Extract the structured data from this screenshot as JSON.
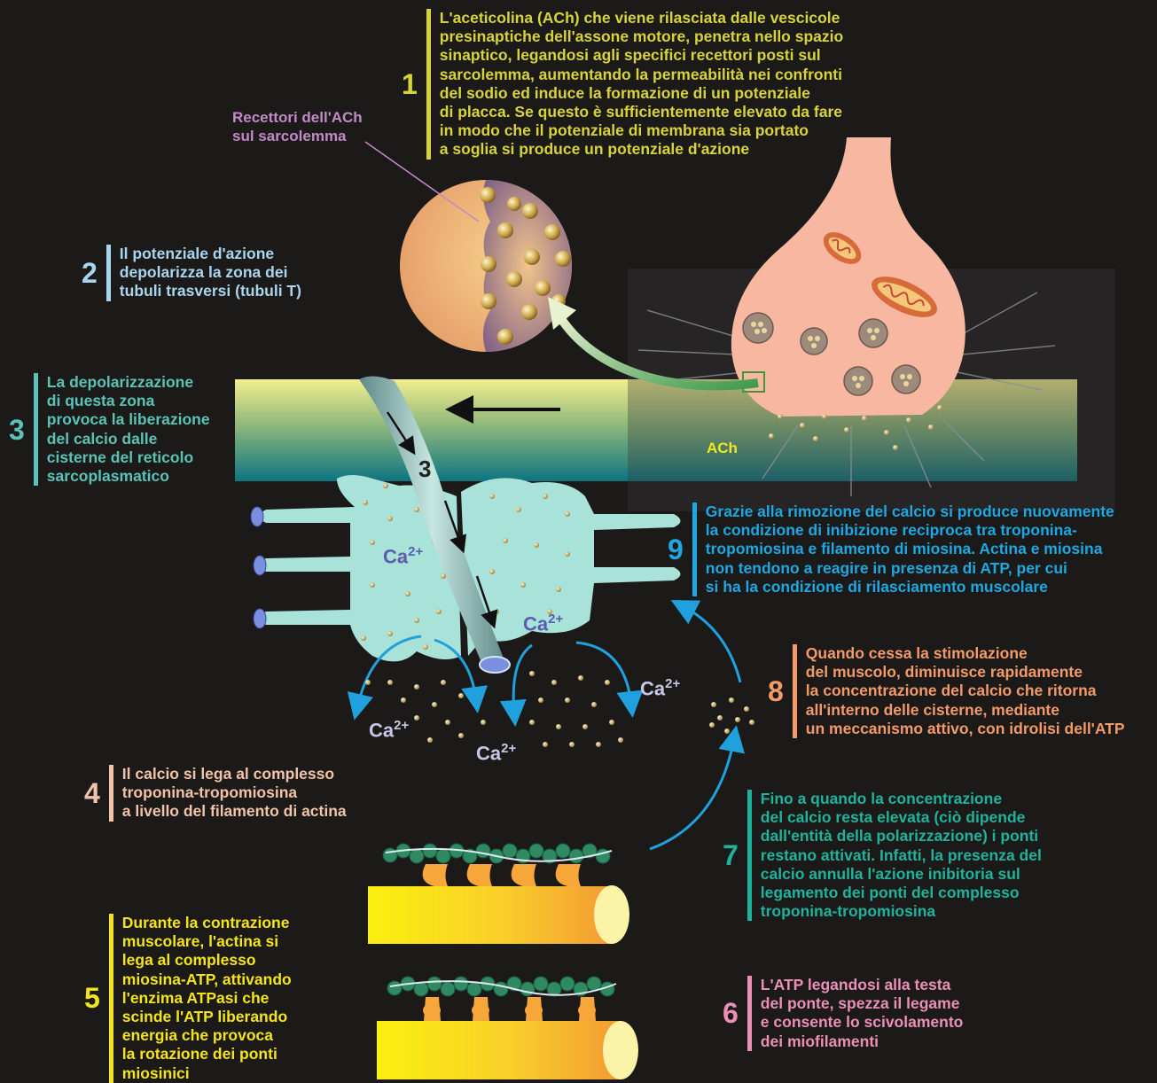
{
  "steps": {
    "s1": {
      "num": "1",
      "color": "#d7d43a",
      "lines": [
        "L'aceticolina (ACh) che viene rilasciata dalle vescicole",
        "presinaptiche dell'assone motore, penetra nello spazio",
        "sinaptico, legandosi agli specifici recettori posti sul",
        "sarcolemma, aumentando la permeabilità nei confronti",
        "del sodio ed induce la formazione di un potenziale",
        "di placca. Se questo è sufficientemente elevato da fare",
        "in modo che il potenziale di membrana sia portato",
        "a soglia si produce un potenziale d'azione"
      ]
    },
    "s2": {
      "num": "2",
      "color": "#a9d6ee",
      "lines": [
        "Il potenziale d'azione",
        "depolarizza la zona dei",
        "tubuli trasversi (tubuli T)"
      ]
    },
    "s3": {
      "num": "3",
      "color": "#5bc3b6",
      "lines": [
        "La depolarizzazione",
        "di questa zona",
        "provoca la liberazione",
        "del calcio dalle",
        "cisterne del reticolo",
        "sarcoplasmatico"
      ]
    },
    "s4": {
      "num": "4",
      "color": "#f2c3a8",
      "lines": [
        "Il calcio si lega al complesso",
        "troponina-tropomiosina",
        "a livello del filamento di actina"
      ]
    },
    "s5": {
      "num": "5",
      "color": "#f3e41b",
      "lines": [
        "Durante la contrazione",
        "muscolare, l'actina si",
        "lega al complesso",
        "miosina-ATP, attivando",
        "l'enzima ATPasi che",
        "scinde l'ATP liberando",
        "energia che provoca",
        "la rotazione dei ponti",
        "miosinici"
      ]
    },
    "s6": {
      "num": "6",
      "color": "#ec8fb6",
      "lines": [
        "L'ATP legandosi alla testa",
        "del ponte, spezza il legame",
        "e consente lo scivolamento",
        "dei miofilamenti"
      ]
    },
    "s7": {
      "num": "7",
      "color": "#1fb39c",
      "lines": [
        "Fino a quando la concentrazione",
        "del calcio resta elevata (ciò dipende",
        "dall'entità della polarizzazione) i ponti",
        "restano attivati. Infatti, la presenza del",
        "calcio annulla l'azione inibitoria sul",
        "legamento dei ponti del complesso",
        "troponina-tropomiosina"
      ]
    },
    "s8": {
      "num": "8",
      "color": "#f39a68",
      "lines": [
        "Quando cessa la stimolazione",
        "del muscolo, diminuisce rapidamente",
        "la concentrazione del calcio che ritorna",
        "all'interno delle cisterne, mediante",
        "un meccanismo attivo, con idrolisi dell'ATP"
      ]
    },
    "s9": {
      "num": "9",
      "color": "#1ea7e1",
      "lines": [
        "Grazie alla rimozione del calcio si produce nuovamente",
        "la condizione di inibizione reciproca tra troponina-",
        "tropomiosina e filamento di miosina. Actina e miosina",
        "non tendono a reagire in presenza di ATP, per cui",
        "si ha la condizione di rilasciamento muscolare"
      ]
    }
  },
  "labels": {
    "receptor": [
      "Recettori dell'ACh",
      "sul sarcolemma"
    ],
    "ach": "ACh",
    "tubule_num": "3",
    "ca_base": "Ca",
    "ca_sup": "2+"
  },
  "colors": {
    "membrane_top": "#f1ec8c",
    "membrane_bottom": "#0f7f86",
    "cisterna": "#a8e2d8",
    "terminal": "#f7b7a0",
    "arrow_blue": "#20a0dc",
    "myosin": "#f7ea1a",
    "actin": "#3aa66c",
    "receptor_label": "#c28ac6"
  }
}
